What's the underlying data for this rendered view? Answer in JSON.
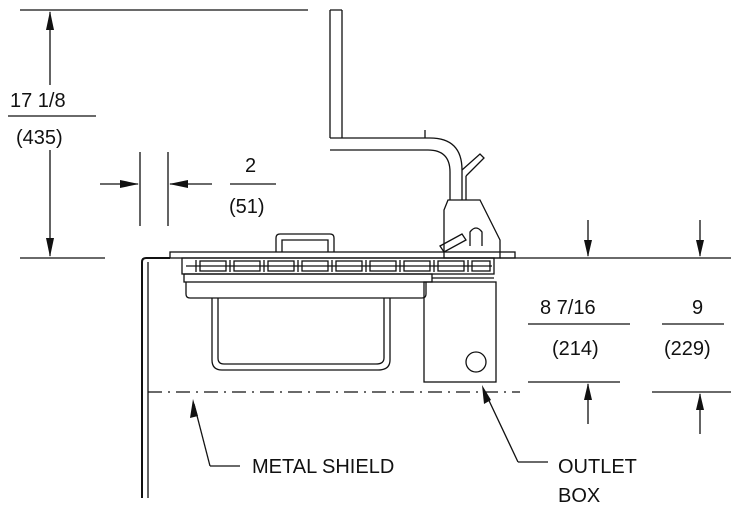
{
  "dimensions": {
    "overall_height": {
      "imperial": "17 1/8",
      "metric": "(435)"
    },
    "offset": {
      "imperial": "2",
      "metric": "(51)"
    },
    "cutout_depth": {
      "imperial": "8 7/16",
      "metric": "(214)"
    },
    "shield_depth": {
      "imperial": "9",
      "metric": "(229)"
    }
  },
  "callouts": {
    "metal_shield": "METAL SHIELD",
    "outlet_box_line1": "OUTLET",
    "outlet_box_line2": "BOX"
  }
}
